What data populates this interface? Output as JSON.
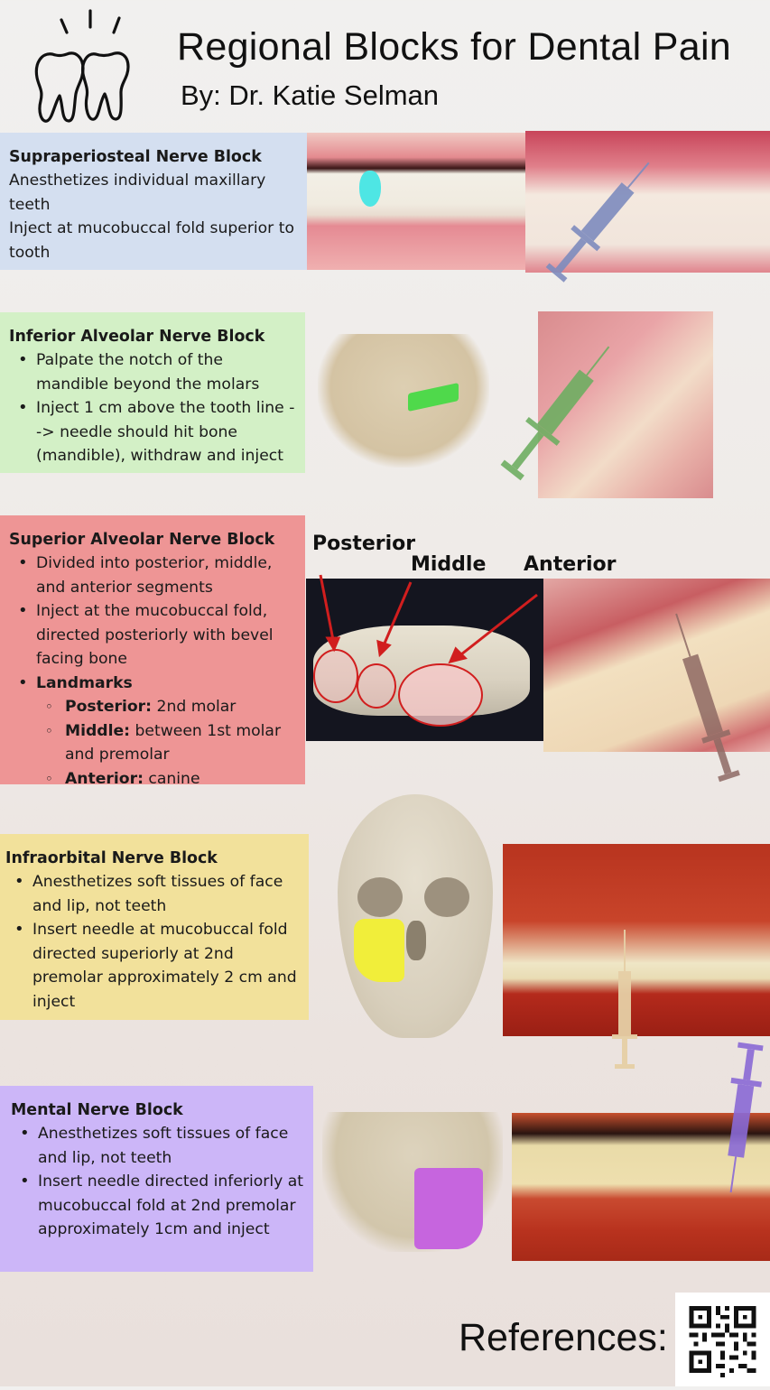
{
  "header": {
    "title": "Regional Blocks for Dental Pain",
    "byline": "By: Dr. Katie Selman",
    "logo_icon": "aching-teeth-icon"
  },
  "colors": {
    "blue_card": "#d4dff0",
    "green_card": "#d3f0c6",
    "red_card": "#ee9595",
    "yellow_card": "#f2e19b",
    "purple_card": "#ccb6f8",
    "highlight_cyan": "#4ee6e4",
    "highlight_green": "#4fd94b",
    "highlight_yellow": "#f1ee3a",
    "highlight_purple": "#c665de",
    "annotation_red": "#d11e1e"
  },
  "sections": [
    {
      "title": "Supraperiosteal Nerve Block",
      "lines": [
        "Anesthetizes individual maxillary teeth",
        "Inject at mucobuccal fold superior to tooth"
      ],
      "images": [
        "smile-with-highlighted-tooth",
        "upper-teeth-with-syringe"
      ]
    },
    {
      "title": "Inferior Alveolar Nerve Block",
      "bullets": [
        "Palpate the notch of the mandible beyond the molars",
        "Inject 1 cm above the tooth line --> needle should hit bone (mandible), withdraw and inject"
      ],
      "images": [
        "mandible-with-green-highlight",
        "open-mouth-with-syringe"
      ]
    },
    {
      "title": "Superior Alveolar Nerve Block",
      "bullets": [
        "Divided into posterior, middle, and anterior segments",
        "Inject at the mucobuccal fold, directed posteriorly with bevel facing bone"
      ],
      "landmarks_label": "Landmarks",
      "landmarks": [
        {
          "label": "Posterior:",
          "value": "2nd molar"
        },
        {
          "label": "Middle:",
          "value": "between 1st molar and premolar"
        },
        {
          "label": "Anterior:",
          "value": "canine"
        }
      ],
      "diagram_labels": [
        "Posterior",
        "Middle",
        "Anterior"
      ],
      "images": [
        "maxillary-arch-model-annotated",
        "side-smile-with-syringe"
      ]
    },
    {
      "title": "Infraorbital Nerve Block",
      "bullets": [
        "Anesthetizes soft tissues of face and lip, not teeth",
        "Insert needle at mucobuccal fold directed superiorly at 2nd premolar approximately 2 cm and inject"
      ],
      "images": [
        "skull-with-yellow-highlight",
        "everted-lip-with-syringe"
      ]
    },
    {
      "title": "Mental Nerve Block",
      "bullets": [
        "Anesthetizes soft tissues of face and lip, not teeth",
        "Insert needle directed inferiorly at mucobuccal fold at 2nd premolar approximately 1cm and inject"
      ],
      "images": [
        "mandible-with-purple-highlight",
        "lower-lip-with-syringe"
      ]
    }
  ],
  "footer": {
    "references_label": "References:",
    "qr_icon": "qr-code-icon"
  }
}
